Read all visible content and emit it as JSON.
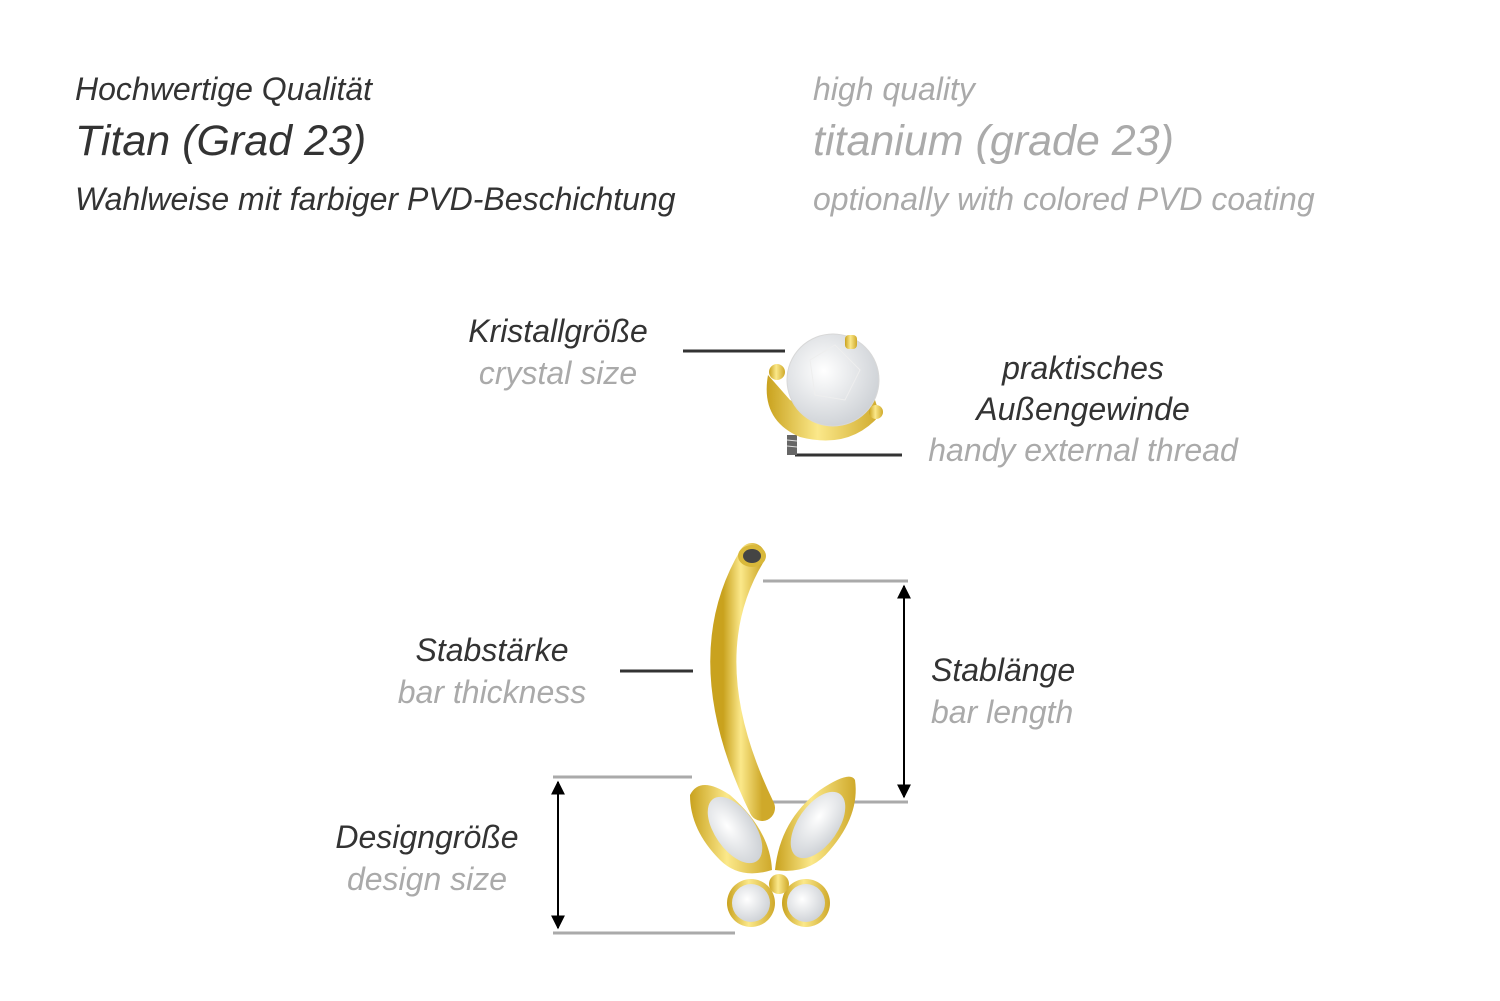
{
  "header": {
    "de": {
      "line1": "Hochwertige Qualität",
      "line2": "Titan (Grad 23)",
      "line3": "Wahlweise mit farbiger PVD-Beschichtung"
    },
    "en": {
      "line1": "high quality",
      "line2": "titanium (grade 23)",
      "line3": "optionally with colored PVD coating"
    }
  },
  "labels": {
    "crystal_size": {
      "de": "Kristallgröße",
      "en": "crystal size"
    },
    "thread": {
      "de1": "praktisches",
      "de2": "Außengewinde",
      "en": "handy external thread"
    },
    "bar_thickness": {
      "de": "Stabstärke",
      "en": "bar thickness"
    },
    "bar_length": {
      "de": "Stablänge",
      "en": "bar length"
    },
    "design_size": {
      "de": "Designgröße",
      "en": "design size"
    }
  },
  "colors": {
    "gold": "#e6c84a",
    "dark_text": "#333333",
    "light_text": "#aaaaaa"
  }
}
